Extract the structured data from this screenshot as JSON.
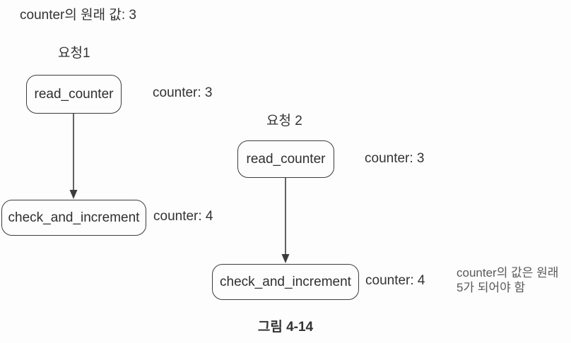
{
  "figure": {
    "header_label": "counter의 원래 값: 3",
    "caption": "그림 4-14"
  },
  "diagram": {
    "request1": {
      "title": "요청1",
      "nodes": [
        {
          "label": "read_counter",
          "annotation": "counter: 3"
        },
        {
          "label": "check_and_increment",
          "annotation": "counter: 4"
        }
      ]
    },
    "request2": {
      "title": "요청 2",
      "nodes": [
        {
          "label": "read_counter",
          "annotation": "counter: 3"
        },
        {
          "label": "check_and_increment",
          "annotation": "counter: 4"
        }
      ]
    },
    "note": {
      "line1": "counter의 값은 원래",
      "line2": "5가 되어야 함"
    }
  },
  "colors": {
    "background": "#fdfdfd",
    "text": "#333333",
    "box_border": "#3c3c3c",
    "arrow": "#3c3c3c",
    "note_text": "#595959"
  }
}
